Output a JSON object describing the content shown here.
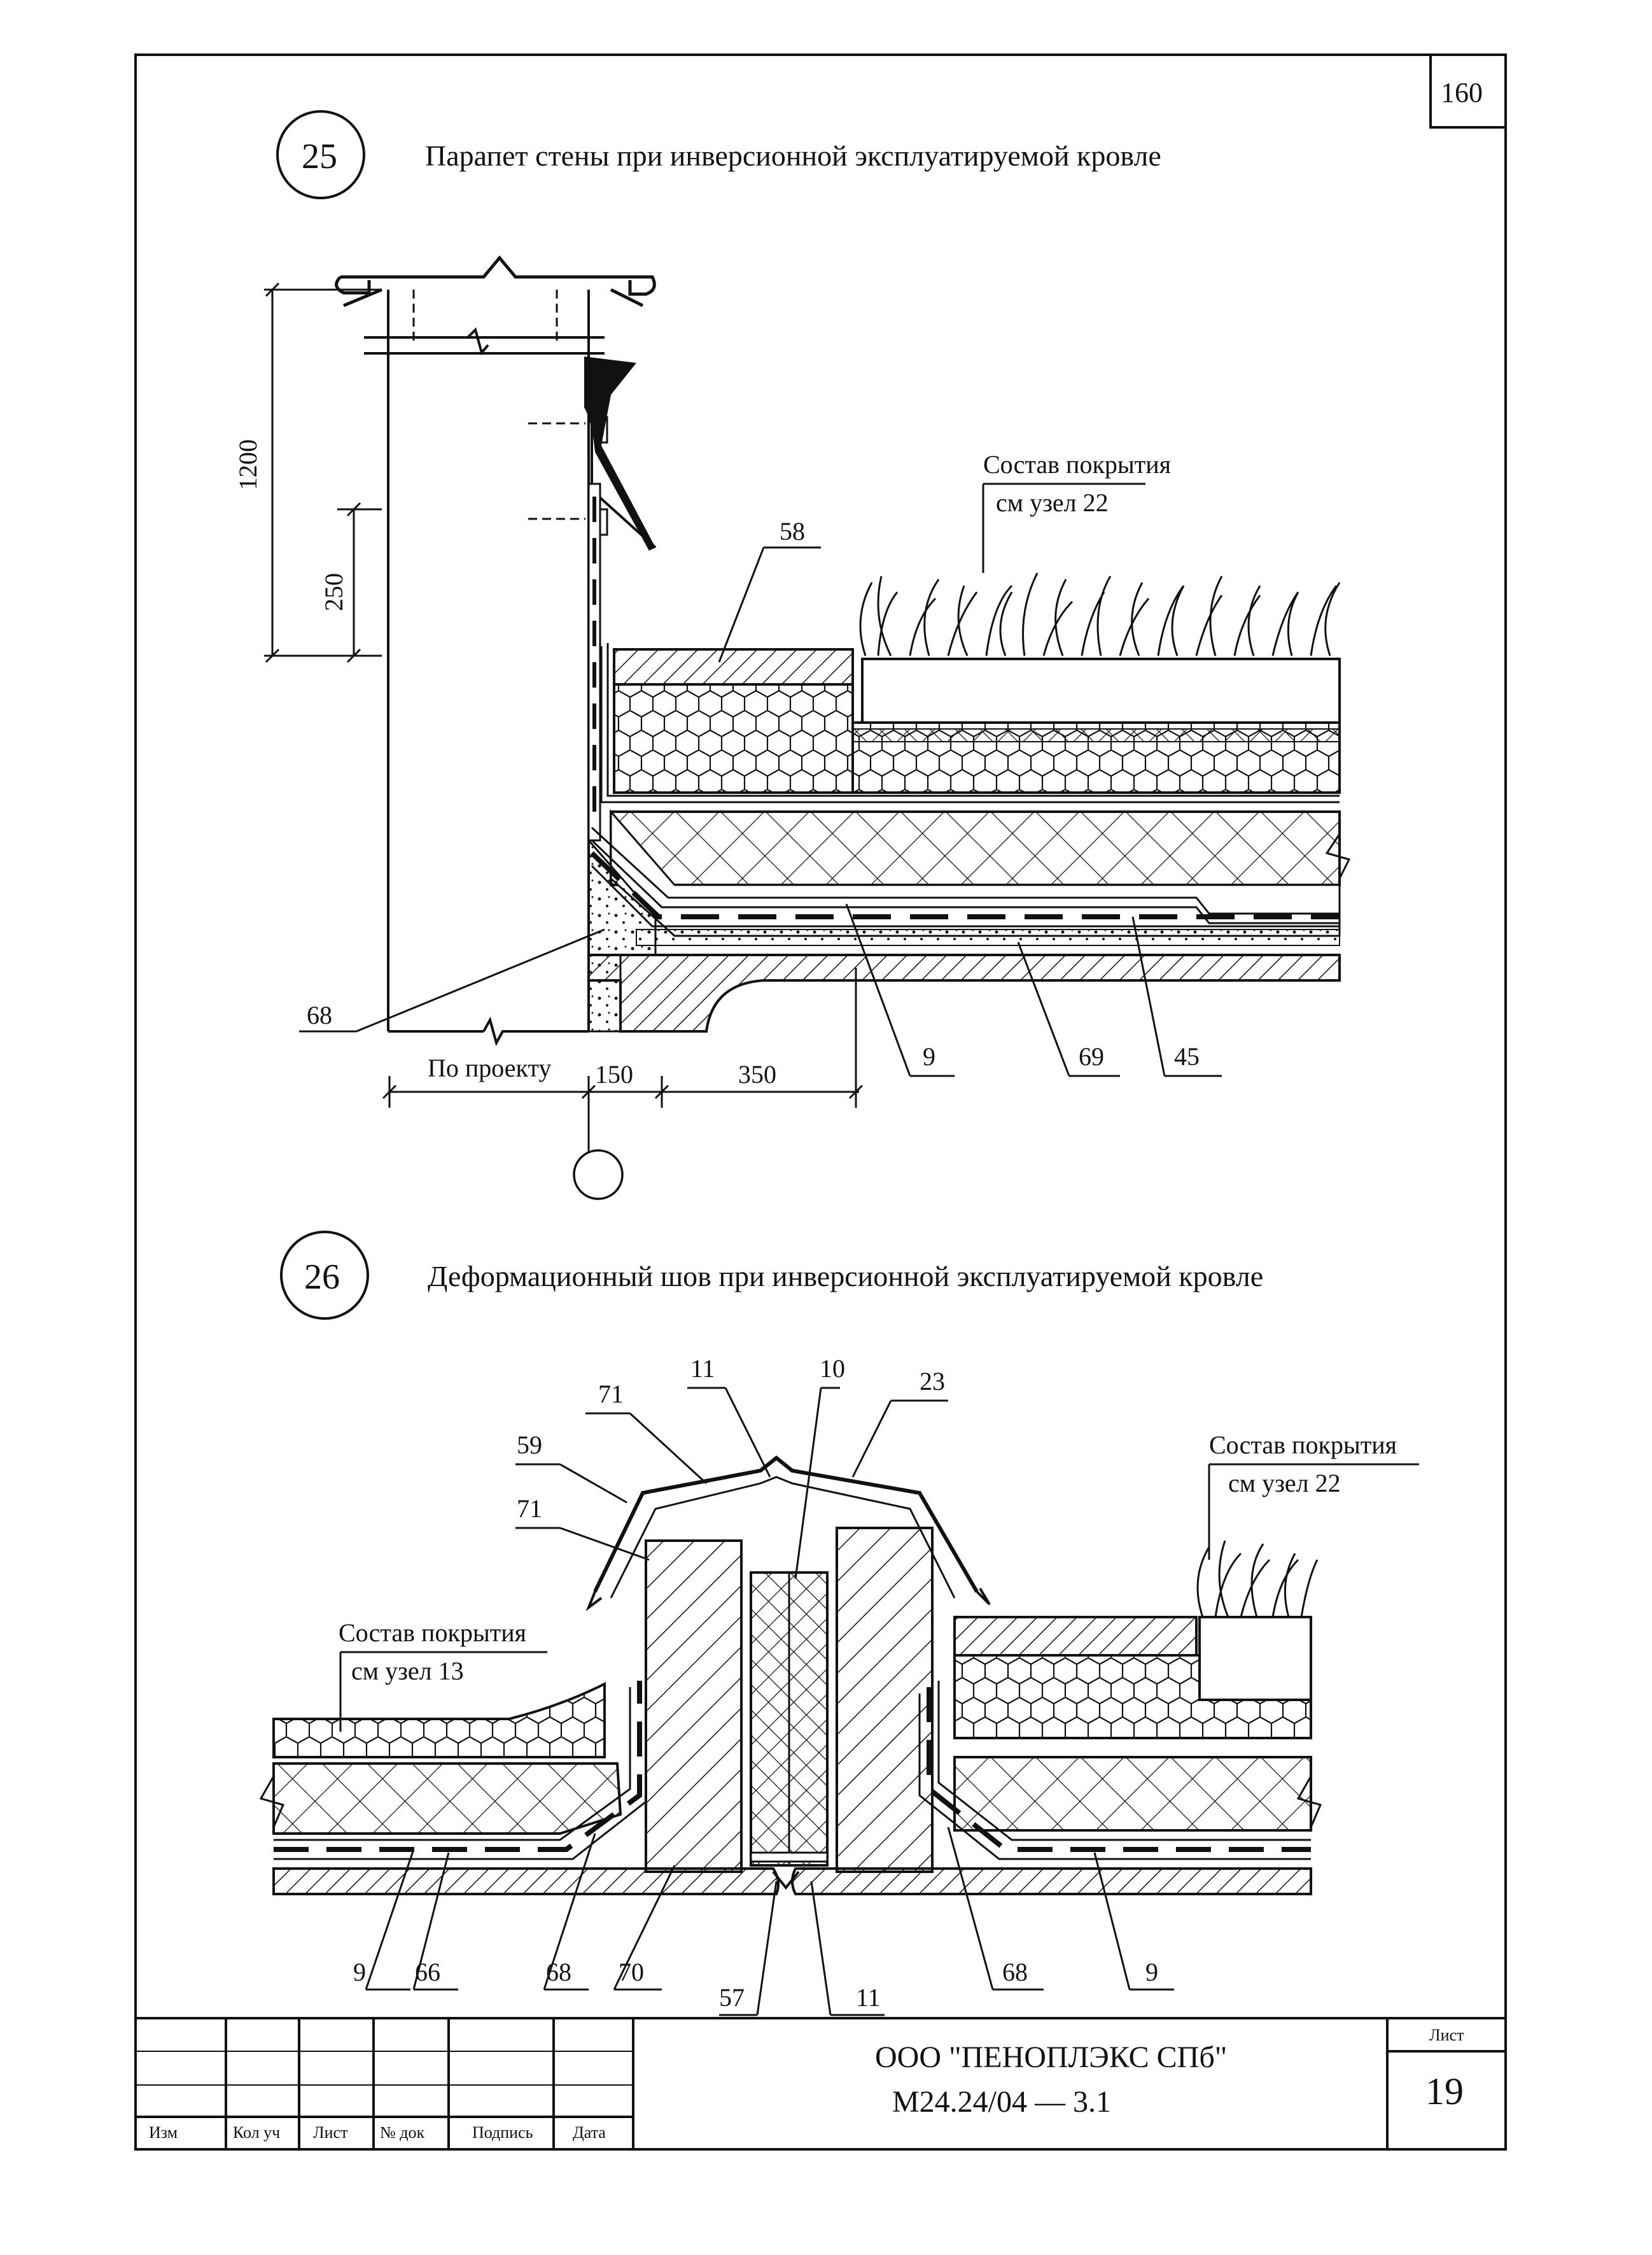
{
  "sheet_number_top": "160",
  "detail25": {
    "number": "25",
    "title": "Парапет стены при инверсионной эксплуатируемой кровле",
    "composition_note_line1": "Состав покрытия",
    "composition_note_line2": "см  узел 22",
    "dim_height_total": "1200",
    "dim_height_lower": "250",
    "dim_by_project": "По проекту",
    "dim_150": "150",
    "dim_350": "350",
    "callouts": {
      "c58": "58",
      "c68": "68",
      "c9": "9",
      "c69": "69",
      "c45": "45"
    }
  },
  "detail26": {
    "number": "26",
    "title": "Деформационный шов при инверсионной эксплуатируемой кровле",
    "composition_right_line1": "Состав покрытия",
    "composition_right_line2": "см  узел 22",
    "composition_left_line1": "Состав покрытия",
    "composition_left_line2": "см  узел 13",
    "callouts": {
      "c11_top": "11",
      "c10": "10",
      "c23": "23",
      "c71_top": "71",
      "c59": "59",
      "c71_mid": "71",
      "c9_left": "9",
      "c66": "66",
      "c68_left": "68",
      "c70": "70",
      "c57": "57",
      "c11_bottom": "11",
      "c68_right": "68",
      "c9_right": "9"
    }
  },
  "title_block": {
    "col_izm": "Изм",
    "col_kol_uch": "Кол уч",
    "col_list": "Лист",
    "col_n_dok": "№ док",
    "col_podpis": "Подпись",
    "col_data": "Дата",
    "company": "ООО \"ПЕНОПЛЭКС СПб\"",
    "doc_code": "М24.24/04   —  3.1",
    "sheet_label": "Лист",
    "sheet_value": "19"
  }
}
